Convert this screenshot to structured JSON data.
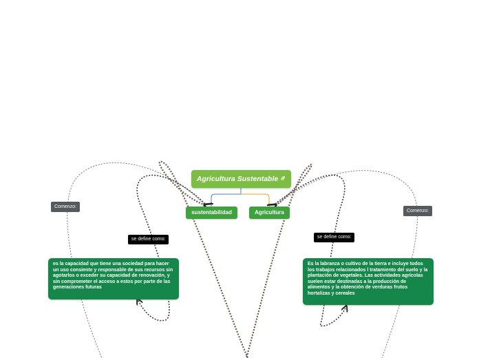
{
  "root": {
    "label": "Agricultura Sustentable",
    "color": "#7cbd43"
  },
  "branches": [
    {
      "label": "sustentabilidad",
      "connector_color": "#4a7fd4"
    },
    {
      "label": "Agricultura",
      "connector_color": "#f0a020"
    }
  ],
  "tags": {
    "left": "Comenzo:",
    "right": "Comenzo:"
  },
  "defines": {
    "left": "se define como:",
    "right": "se define como:"
  },
  "definitions": {
    "left": "es la capacidad que tiene una sociedad para hacer un uso consiente y responsable de sus recursos sin agotarlos o exceder su capacidad de renovación, y sin comprometer el acceso a estos por parte de las generaciones futuras",
    "right": "Es la labranza o cultivo de la tierra e incluye todos los trabajos relacionados l tratamiento del suelo y la plantación de vegetales. Las actividades agrícolas suelen estar destinadas a la producción de alimentos y la obtención de verduras frutos hortalizas y cereales"
  },
  "colors": {
    "definition_bg": "#16874a",
    "branch_bg": "#3fa23f",
    "tag_bg": "#555a5c"
  },
  "icons": {
    "root_icon": "leaf-icon"
  }
}
